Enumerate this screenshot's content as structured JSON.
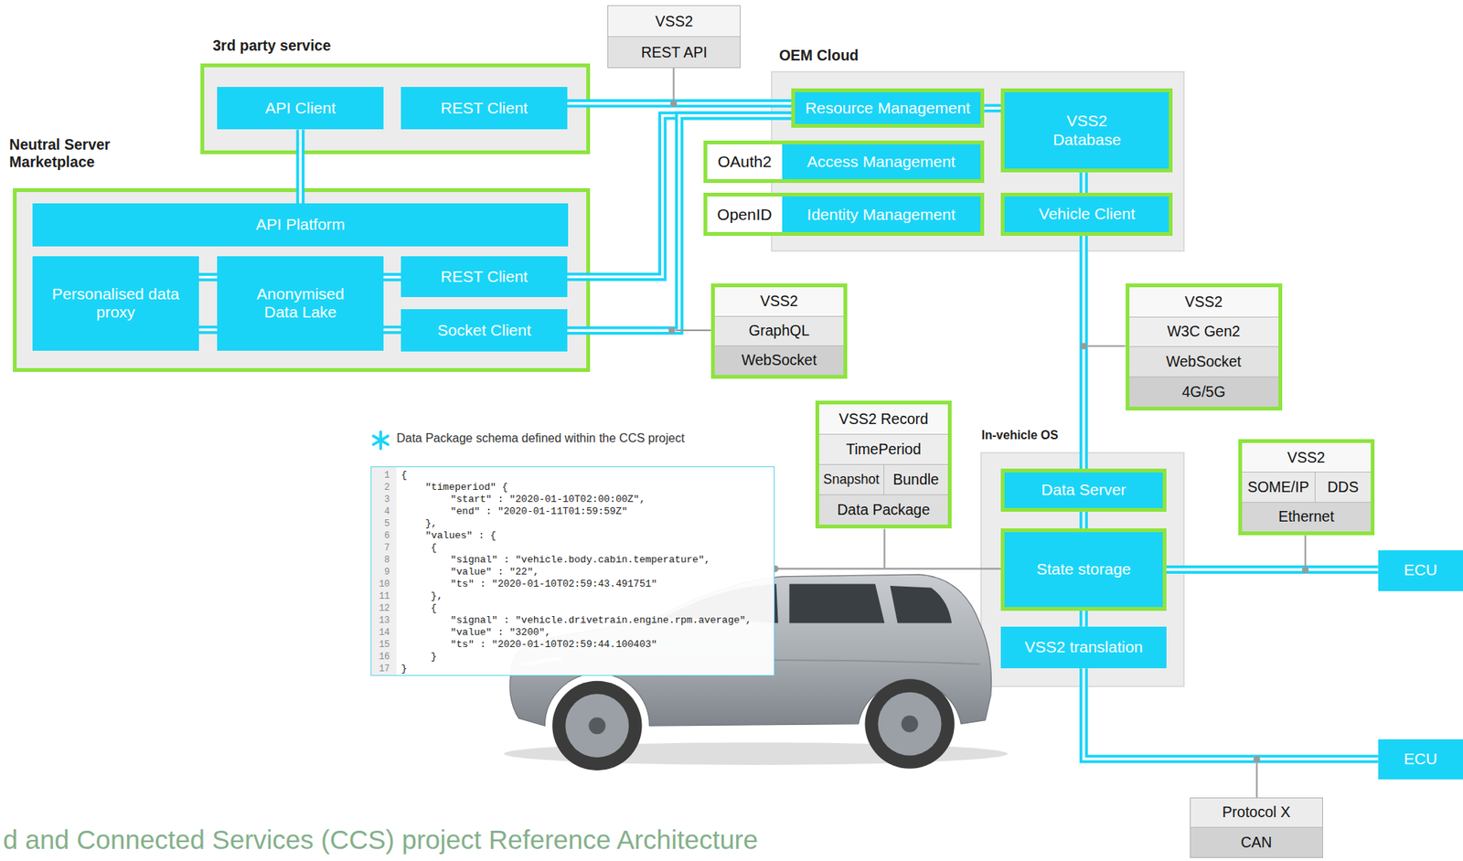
{
  "diagram": {
    "caption": "d and Connected Services (CCS) project Reference Architecture",
    "nodes": [
      {
        "text": [
          "3rd party service"
        ]
      },
      {
        "text": [
          "API Client"
        ],
        "in": 0
      },
      {
        "text": [
          "REST Client"
        ],
        "in": 0
      },
      {
        "text": [
          "VSS2",
          "REST API"
        ]
      },
      {
        "text": [
          "OEM Cloud"
        ]
      },
      {
        "text": [
          "Resource Management"
        ],
        "in": 4
      },
      {
        "text": [
          "VSS2 Database"
        ],
        "in": 4
      },
      {
        "text": [
          "OAuth2",
          "Access Management"
        ],
        "in": 4
      },
      {
        "text": [
          "OpenID",
          "Identity Management"
        ],
        "in": 4
      },
      {
        "text": [
          "Vehicle Client"
        ],
        "in": 4
      },
      {
        "text": [
          "Neutral Server Marketplace"
        ]
      },
      {
        "text": [
          "API Platform"
        ],
        "in": 10
      },
      {
        "text": [
          "Personalised data proxy"
        ],
        "in": 10
      },
      {
        "text": [
          "Anonymised Data Lake"
        ],
        "in": 10
      },
      {
        "text": [
          "REST Client"
        ],
        "in": 10
      },
      {
        "text": [
          "Socket Client"
        ],
        "in": 10
      },
      {
        "text": [
          "VSS2",
          "GraphQL",
          "WebSocket"
        ]
      },
      {
        "text": [
          "VSS2",
          "W3C Gen2",
          "WebSocket",
          "4G/5G"
        ]
      },
      {
        "text": [
          "{",
          "\"timeperiod\" {",
          "\"start\" : \"2020-01-10T02:00:00Z\",",
          "\"end\" : \"2020-01-11T01:59:59Z\"",
          "},",
          "\"values\" : {",
          "{",
          "\"signal\" : \"vehicle.body.cabin.temperature\",",
          "\"value\" : \"22\",",
          "\"ts\" : \"2020-01-10T02:59:43.491751\"",
          "},",
          "{",
          "\"signal\" : \"vehicle.drivetrain.engine.rpm.average\",",
          "\"value\" : \"3200\",",
          "\"ts\" : \"2020-01-10T02:59:44.100403\"",
          "}",
          "}"
        ]
      },
      {
        "text": [
          "VSS2 Record",
          "TimePeriod",
          "Snapshot",
          "Bundle",
          "Data Package"
        ]
      },
      {
        "text": [
          "In-vehicle OS"
        ]
      },
      {
        "text": [
          "Data Server"
        ],
        "in": 20
      },
      {
        "text": [
          "State storage"
        ],
        "in": 20
      },
      {
        "text": [
          "VSS2 translation"
        ],
        "in": 20
      },
      {
        "text": [
          "VSS2",
          "SOME/IP",
          "DDS",
          "Ethernet"
        ]
      },
      {
        "text": [
          "ECU"
        ]
      },
      {
        "text": [
          "ECU"
        ]
      },
      {
        "text": [
          "Protocol X",
          "CAN"
        ]
      }
    ],
    "edges": [
      {
        "from": 1,
        "to": 11,
        "arrow": "none"
      },
      {
        "from": 2,
        "to": 5,
        "arrow": "none"
      },
      {
        "from": 14,
        "to": 5,
        "arrow": "none"
      },
      {
        "from": 15,
        "to": 5,
        "arrow": "none"
      },
      {
        "from": 12,
        "to": 13,
        "arrow": "none"
      },
      {
        "from": 12,
        "to": 13,
        "arrow": "none"
      },
      {
        "from": 13,
        "to": 14,
        "arrow": "none"
      },
      {
        "from": 13,
        "to": 15,
        "arrow": "none"
      },
      {
        "from": 5,
        "to": 6,
        "arrow": "none"
      },
      {
        "from": 6,
        "to": 9,
        "arrow": "none"
      },
      {
        "from": 9,
        "to": 21,
        "arrow": "none"
      },
      {
        "from": 21,
        "to": 22,
        "arrow": "none"
      },
      {
        "from": 22,
        "to": 23,
        "arrow": "none"
      },
      {
        "from": 22,
        "to": 25,
        "arrow": "none"
      },
      {
        "from": 23,
        "to": 26,
        "arrow": "none"
      },
      {
        "from": 18,
        "to": 22,
        "arrow": "none"
      }
    ],
    "labels": [
      "Data Package schema defined within the CCS project",
      "1",
      "2",
      "3",
      "4",
      "5",
      "6",
      "7",
      "8",
      "9",
      "10",
      "11",
      "12",
      "13",
      "14",
      "15",
      "16",
      "17"
    ]
  }
}
